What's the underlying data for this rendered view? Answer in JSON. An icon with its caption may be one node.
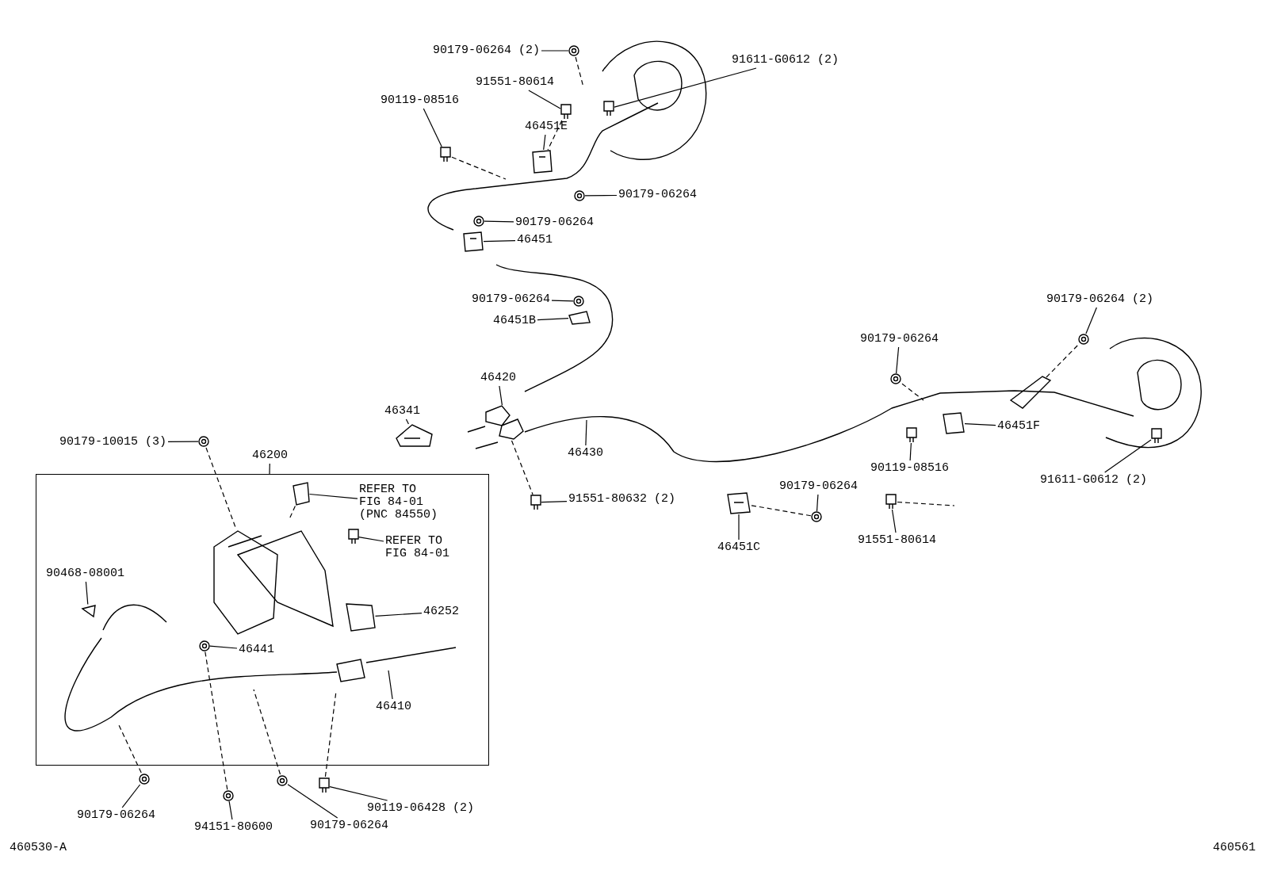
{
  "diagram": {
    "nodes": [
      {
        "text": [
          "90179-06264 (2)"
        ]
      },
      {
        "text": [
          "91611-G0612 (2)"
        ]
      },
      {
        "text": [
          "91551-80614"
        ]
      },
      {
        "text": [
          "90119-08516"
        ]
      },
      {
        "text": [
          "46451E"
        ]
      },
      {
        "text": [
          "90179-06264"
        ]
      },
      {
        "text": [
          "90179-06264"
        ]
      },
      {
        "text": [
          "46451"
        ]
      },
      {
        "text": [
          "90179-06264"
        ]
      },
      {
        "text": [
          "46451B"
        ]
      },
      {
        "text": [
          "46420"
        ]
      },
      {
        "text": [
          "46341"
        ]
      },
      {
        "text": [
          "90179-06264 (2)"
        ]
      },
      {
        "text": [
          "90179-06264"
        ]
      },
      {
        "text": [
          "46430"
        ]
      },
      {
        "text": [
          "46451F"
        ]
      },
      {
        "text": [
          "90179-10015 (3)"
        ]
      },
      {
        "text": [
          "46200"
        ]
      },
      {
        "text": [],
        "shape": "box"
      },
      {
        "text": [
          "REFER TO FIG 84-01 (PNC 84550)"
        ],
        "in": 18
      },
      {
        "text": [
          "REFER TO FIG 84-01"
        ],
        "in": 18
      },
      {
        "text": [
          "90119-08516"
        ]
      },
      {
        "text": [
          "91551-80632 (2)"
        ]
      },
      {
        "text": [
          "90179-06264"
        ]
      },
      {
        "text": [
          "91611-G0612 (2)"
        ]
      },
      {
        "text": [
          "91551-80614"
        ]
      },
      {
        "text": [
          "46451C"
        ]
      },
      {
        "text": [
          "90468-08001"
        ],
        "in": 18
      },
      {
        "text": [
          "46252"
        ],
        "in": 18
      },
      {
        "text": [
          "46441"
        ],
        "in": 18
      },
      {
        "text": [
          "46410"
        ],
        "in": 18
      },
      {
        "text": [
          "90179-06264"
        ]
      },
      {
        "text": [
          "94151-80600"
        ]
      },
      {
        "text": [
          "90179-06264"
        ]
      },
      {
        "text": [
          "90119-06428 (2)"
        ]
      },
      {
        "text": [],
        "shape": "circle"
      },
      {
        "text": [],
        "shape": "box"
      },
      {
        "text": [],
        "shape": "box"
      },
      {
        "text": [],
        "shape": "box"
      },
      {
        "text": [],
        "shape": "picture"
      },
      {
        "text": [],
        "shape": "circle"
      },
      {
        "text": [],
        "shape": "circle"
      },
      {
        "text": [],
        "shape": "picture"
      },
      {
        "text": [],
        "shape": "circle"
      },
      {
        "text": [],
        "shape": "picture"
      },
      {
        "text": [],
        "shape": "picture"
      },
      {
        "text": [],
        "shape": "picture"
      },
      {
        "text": [],
        "shape": "circle"
      },
      {
        "text": [],
        "shape": "circle"
      },
      {
        "text": [],
        "shape": "picture"
      },
      {
        "text": [],
        "shape": "circle"
      },
      {
        "text": [],
        "shape": "picture",
        "in": 18
      },
      {
        "text": [],
        "shape": "box",
        "in": 18
      },
      {
        "text": [],
        "shape": "box"
      },
      {
        "text": [],
        "shape": "box"
      },
      {
        "text": [],
        "shape": "circle"
      },
      {
        "text": [],
        "shape": "box"
      },
      {
        "text": [],
        "shape": "box"
      },
      {
        "text": [],
        "shape": "picture"
      },
      {
        "text": [],
        "shape": "picture",
        "in": 18
      },
      {
        "text": [],
        "shape": "picture",
        "in": 18
      },
      {
        "text": [],
        "shape": "circle",
        "in": 18
      },
      {
        "text": [],
        "shape": "circle"
      },
      {
        "text": [],
        "shape": "circle"
      },
      {
        "text": [],
        "shape": "circle"
      },
      {
        "text": [],
        "shape": "box"
      }
    ],
    "edges": [
      {
        "from": 0,
        "to": 35,
        "arrow": "none"
      },
      {
        "from": 1,
        "to": 36,
        "arrow": "none"
      },
      {
        "from": 2,
        "to": 37,
        "arrow": "none"
      },
      {
        "from": 3,
        "to": 38,
        "arrow": "none"
      },
      {
        "from": 4,
        "to": 39,
        "arrow": "none"
      },
      {
        "from": 5,
        "to": 40,
        "arrow": "none"
      },
      {
        "from": 6,
        "to": 41,
        "arrow": "none"
      },
      {
        "from": 7,
        "to": 42,
        "arrow": "none"
      },
      {
        "from": 8,
        "to": 43,
        "arrow": "none"
      },
      {
        "from": 9,
        "to": 44,
        "arrow": "none"
      },
      {
        "from": 10,
        "to": 45,
        "arrow": "none"
      },
      {
        "from": 11,
        "to": 46,
        "arrow": "none"
      },
      {
        "from": 12,
        "to": 47,
        "arrow": "none"
      },
      {
        "from": 13,
        "to": 48,
        "arrow": "none"
      },
      {
        "from": 14,
        "to": null,
        "arrow": "none"
      },
      {
        "from": 15,
        "to": 49,
        "arrow": "none"
      },
      {
        "from": 16,
        "to": 50,
        "arrow": "none"
      },
      {
        "from": 17,
        "to": 18,
        "arrow": "none"
      },
      {
        "from": 19,
        "to": 51,
        "arrow": "none"
      },
      {
        "from": 20,
        "to": 52,
        "arrow": "none"
      },
      {
        "from": 21,
        "to": 53,
        "arrow": "none"
      },
      {
        "from": 22,
        "to": 54,
        "arrow": "none"
      },
      {
        "from": 23,
        "to": 55,
        "arrow": "none"
      },
      {
        "from": 24,
        "to": 56,
        "arrow": "none"
      },
      {
        "from": 25,
        "to": 57,
        "arrow": "none"
      },
      {
        "from": 26,
        "to": 58,
        "arrow": "none"
      },
      {
        "from": 27,
        "to": 59,
        "arrow": "none"
      },
      {
        "from": 28,
        "to": 60,
        "arrow": "none"
      },
      {
        "from": 29,
        "to": 61,
        "arrow": "none"
      },
      {
        "from": 30,
        "to": null,
        "arrow": "none"
      },
      {
        "from": 31,
        "to": 62,
        "arrow": "none"
      },
      {
        "from": 32,
        "to": 63,
        "arrow": "none"
      },
      {
        "from": 33,
        "to": 64,
        "arrow": "none"
      },
      {
        "from": 34,
        "to": 65,
        "arrow": "none"
      },
      {
        "from": 35,
        "to": null,
        "arrow": "none",
        "style": "dashed"
      },
      {
        "from": 38,
        "to": null,
        "arrow": "none",
        "style": "dashed"
      },
      {
        "from": 37,
        "to": 39,
        "arrow": "none",
        "style": "dashed"
      },
      {
        "from": 47,
        "to": null,
        "arrow": "none",
        "style": "dashed"
      },
      {
        "from": 48,
        "to": null,
        "arrow": "none",
        "style": "dashed"
      },
      {
        "from": 57,
        "to": null,
        "arrow": "none",
        "style": "dashed"
      },
      {
        "from": 58,
        "to": 55,
        "arrow": "none",
        "style": "dashed"
      },
      {
        "from": 45,
        "to": 54,
        "arrow": "none",
        "style": "dashed"
      },
      {
        "from": 50,
        "to": null,
        "arrow": "none",
        "style": "dashed"
      },
      {
        "from": 51,
        "to": null,
        "arrow": "none",
        "style": "dashed"
      },
      {
        "from": 62,
        "to": null,
        "arrow": "none",
        "style": "dashed"
      },
      {
        "from": 61,
        "to": 63,
        "arrow": "none",
        "style": "dashed"
      },
      {
        "from": 64,
        "to": null,
        "arrow": "none",
        "style": "dashed"
      },
      {
        "from": 65,
        "to": null,
        "arrow": "none",
        "style": "dashed"
      }
    ],
    "labels": [
      "460530-A",
      "460561"
    ]
  }
}
